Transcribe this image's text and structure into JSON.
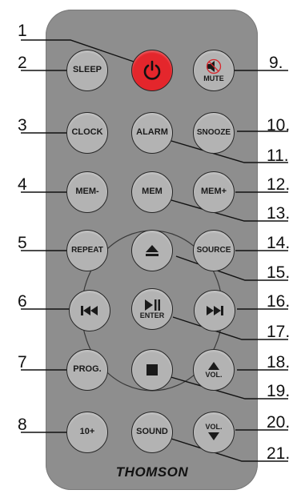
{
  "brand": "THOMSON",
  "colors": {
    "body": "#8e8e8e",
    "button": "#b3b3b3",
    "power": "#e4262c"
  },
  "callouts": [
    "1",
    "2",
    "3",
    "4",
    "5",
    "6",
    "7",
    "8",
    "9.",
    "10.",
    "11.",
    "12.",
    "13.",
    "14.",
    "15.",
    "16.",
    "17.",
    "18.",
    "19.",
    "20.",
    "21."
  ],
  "buttons": {
    "power": {
      "icon": "power-icon"
    },
    "sleep": {
      "label": "SLEEP"
    },
    "mute": {
      "label": "MUTE",
      "icon": "speaker-muted-icon"
    },
    "clock": {
      "label": "CLOCK"
    },
    "alarm": {
      "label": "ALARM"
    },
    "snooze": {
      "label": "SNOOZE"
    },
    "mem_minus": {
      "label": "MEM-"
    },
    "mem": {
      "label": "MEM"
    },
    "mem_plus": {
      "label": "MEM+"
    },
    "repeat": {
      "label": "REPEAT"
    },
    "eject": {
      "icon": "eject-icon"
    },
    "source": {
      "label": "SOURCE"
    },
    "prev": {
      "icon": "skip-previous-icon"
    },
    "play_pause": {
      "label": "ENTER",
      "icon": "play-pause-icon"
    },
    "next": {
      "icon": "skip-next-icon"
    },
    "prog": {
      "label": "PROG."
    },
    "stop": {
      "icon": "stop-icon"
    },
    "vol_up": {
      "label": "VOL.",
      "icon": "triangle-up-icon"
    },
    "ten_plus": {
      "label": "10+"
    },
    "sound": {
      "label": "SOUND"
    },
    "vol_down": {
      "label": "VOL.",
      "icon": "triangle-down-icon"
    }
  }
}
